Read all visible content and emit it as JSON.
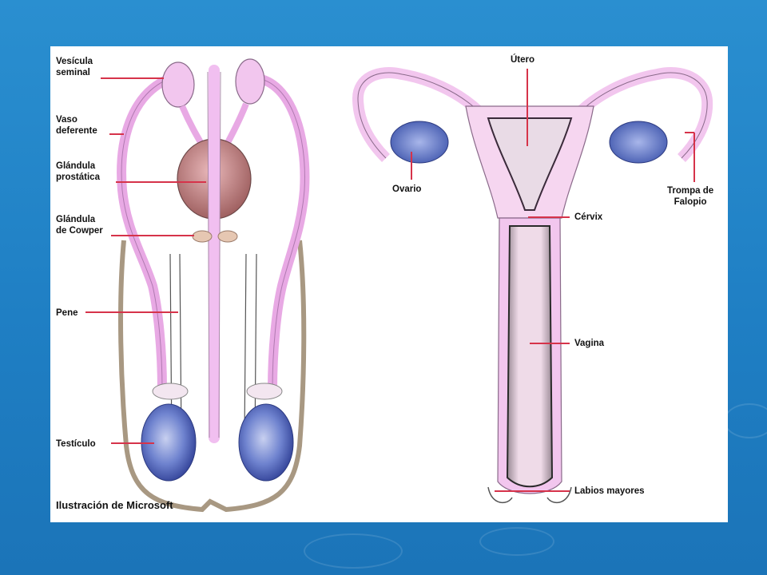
{
  "male": {
    "labels": {
      "vesicula": "Vesícula\nseminal",
      "vaso": "Vaso\ndeferente",
      "prostata": "Glándula\nprostática",
      "cowper": "Glándula\nde Cowper",
      "pene": "Pene",
      "testiculo": "Testículo"
    },
    "credit": "Ilustración de Microsoft"
  },
  "female": {
    "labels": {
      "utero": "Útero",
      "ovario": "Ovario",
      "trompa": "Trompa de\nFalopio",
      "cervix": "Cérvix",
      "vagina": "Vagina",
      "labios": "Labios mayores"
    }
  },
  "colors": {
    "background": "#2080c6",
    "tissue_pink": "#f2c6ee",
    "prostate": "#b0706e",
    "testicle_blue": "#4c63b8",
    "leader_line": "#d6334a",
    "skin_outline": "#a89882"
  }
}
